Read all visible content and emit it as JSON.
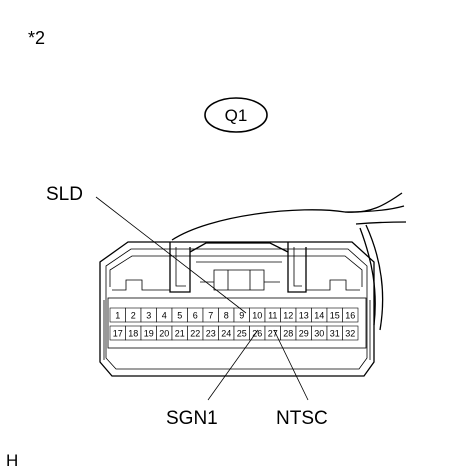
{
  "diagram": {
    "note_ref": "*2",
    "connector_id": "Q1",
    "view_marker": "H",
    "pins_top": [
      "1",
      "2",
      "3",
      "4",
      "5",
      "6",
      "7",
      "8",
      "9",
      "10",
      "11",
      "12",
      "13",
      "14",
      "15",
      "16"
    ],
    "pins_bottom": [
      "17",
      "18",
      "19",
      "20",
      "21",
      "22",
      "23",
      "24",
      "25",
      "26",
      "27",
      "28",
      "29",
      "30",
      "31",
      "32"
    ],
    "callouts": {
      "sld": "SLD",
      "sgn1": "SGN1",
      "ntsc": "NTSC"
    }
  }
}
